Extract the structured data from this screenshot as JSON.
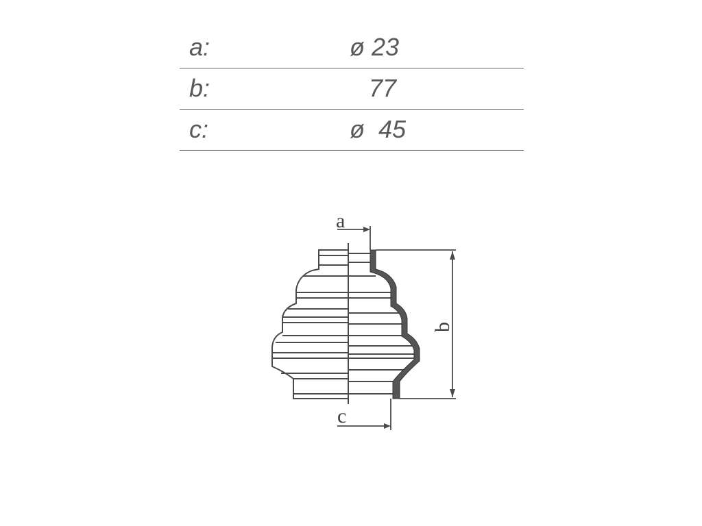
{
  "dimensions": [
    {
      "label": "a:",
      "value": "ø 23"
    },
    {
      "label": "b:",
      "value": "77"
    },
    {
      "label": "c:",
      "value": "ø  45"
    }
  ],
  "drawing": {
    "label_a": "a",
    "label_b": "b",
    "label_c": "c",
    "line_color": "#4a4a4a",
    "section_fill": "#555555"
  }
}
